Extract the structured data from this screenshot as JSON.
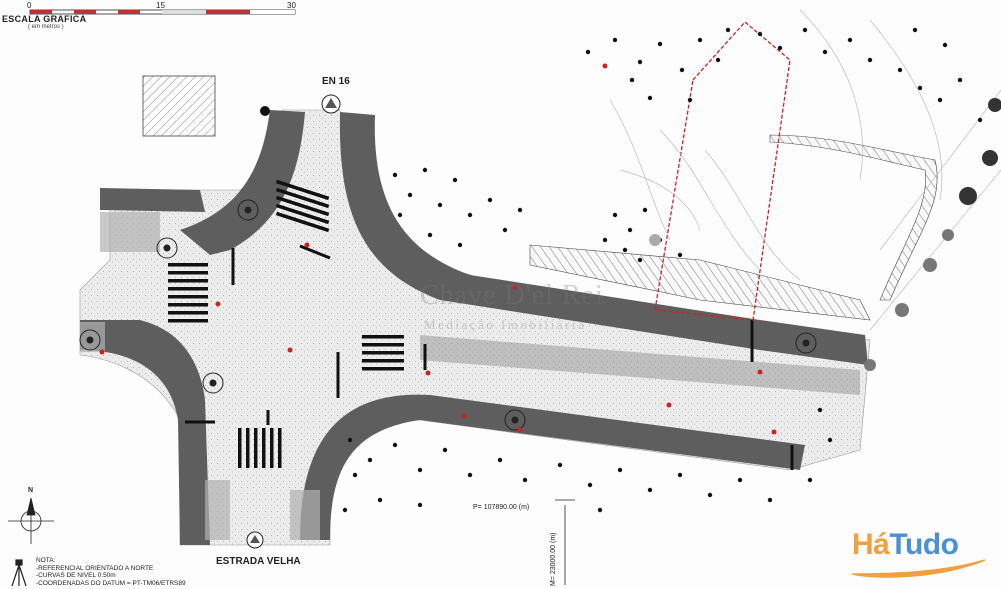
{
  "scale": {
    "title": "ESCALA GRAFICA",
    "subtitle": "( em metros )",
    "ticks": [
      "0",
      "15",
      "30"
    ]
  },
  "roads": {
    "north": "EN 16",
    "south": "ESTRADA VELHA"
  },
  "north_arrow": "N",
  "notes": {
    "heading": "NOTA:",
    "lines": [
      "-REFERENCIAL ORIENTADO A NORTE",
      "-CURVAS DE NIVEL 0.50m",
      "-COORDENADAS DO DATUM = PT-TM06/ETRS89"
    ]
  },
  "coords": {
    "p": "P= 107890.00 (m)",
    "m": "M= 23000.00 (m)"
  },
  "watermark": {
    "main": "Chave D'el Rei",
    "sub": "Mediação Imobiliária"
  },
  "brand": {
    "part1": "Há",
    "part2": "Tudo"
  },
  "colors": {
    "asphalt": "#5e5e5e",
    "pavement": "#e6e6e6",
    "boundary": "#cc2222",
    "brand_orange": "#f0a040",
    "brand_blue": "#4a90d8"
  }
}
